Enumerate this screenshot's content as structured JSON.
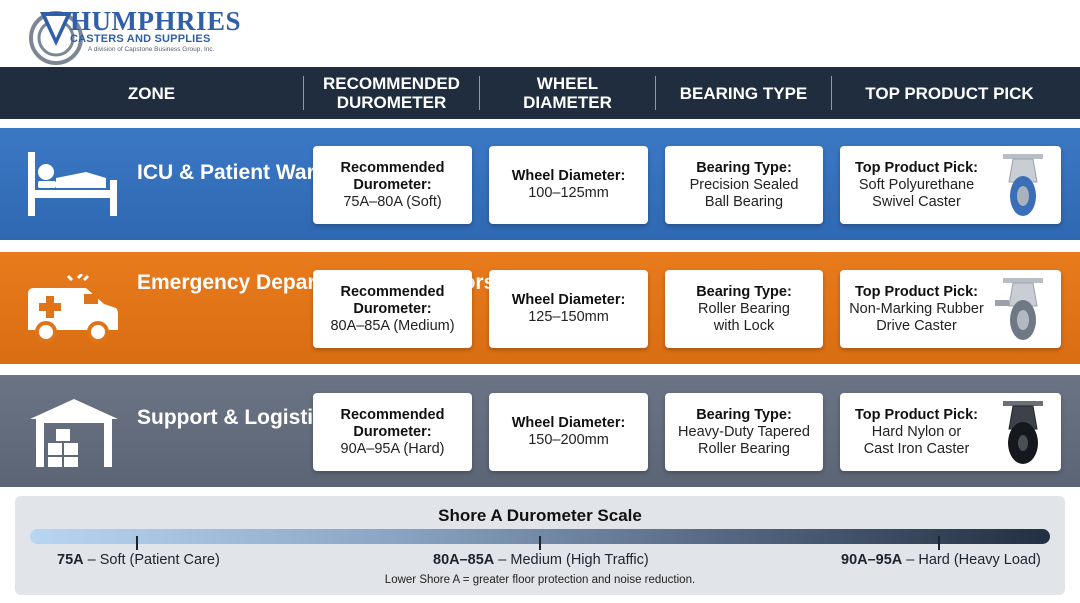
{
  "logo": {
    "brand": "HUMPHRIES",
    "sub": "CASTERS AND SUPPLIES",
    "division": "A division of Capstone Business Group, Inc.",
    "icon": "h-swoosh-logo"
  },
  "header": {
    "zone": "ZONE",
    "durometer": "RECOMMENDED DUROMETER",
    "diameter": "WHEEL DIAMETER",
    "bearing": "BEARING TYPE",
    "pick": "TOP PRODUCT PICK"
  },
  "rows": [
    {
      "zone": "ICU & Patient Wards",
      "icon": "hospital-bed-icon",
      "color": "#3572bd",
      "durometer_title": "Recommended Durometer:",
      "durometer_value": "75A–80A (Soft)",
      "diameter_title": "Wheel Diameter:",
      "diameter_value": "100–125mm",
      "bearing_title": "Bearing Type:",
      "bearing_value": "Precision Sealed Ball Bearing",
      "pick_title": "Top Product Pick:",
      "pick_value": "Soft Polyurethane Swivel Caster",
      "caster_icon": "blue-swivel-caster-icon"
    },
    {
      "zone": "Emergency Department & Corridors",
      "icon": "ambulance-icon",
      "color": "#e07418",
      "durometer_title": "Recommended Durometer:",
      "durometer_value": "80A–85A (Medium)",
      "diameter_title": "Wheel Diameter:",
      "diameter_value": "125–150mm",
      "bearing_title": "Bearing Type:",
      "bearing_value": "Roller Bearing with Lock",
      "pick_title": "Top Product Pick:",
      "pick_value": "Non-Marking Rubber Drive Caster",
      "caster_icon": "grey-locking-caster-icon"
    },
    {
      "zone": "Support & Logistics Areas",
      "icon": "warehouse-icon",
      "color": "#646d7d",
      "durometer_title": "Recommended Durometer:",
      "durometer_value": "90A–95A (Hard)",
      "diameter_title": "Wheel Diameter:",
      "diameter_value": "150–200mm",
      "bearing_title": "Bearing Type:",
      "bearing_value": "Heavy-Duty Tapered Roller Bearing",
      "pick_title": "Top Product Pick:",
      "pick_value": "Hard Nylon or Cast Iron Caster",
      "caster_icon": "black-heavy-caster-icon"
    }
  ],
  "scale": {
    "title": "Shore A Durometer Scale",
    "left_bold": "75A",
    "left_text": " – Soft (Patient Care)",
    "mid_bold": "80A–85A",
    "mid_text": " – Medium (High Traffic)",
    "right_bold": "90A–95A",
    "right_text": " – Hard (Heavy Load)",
    "note": "Lower Shore A = greater floor protection and noise reduction."
  }
}
